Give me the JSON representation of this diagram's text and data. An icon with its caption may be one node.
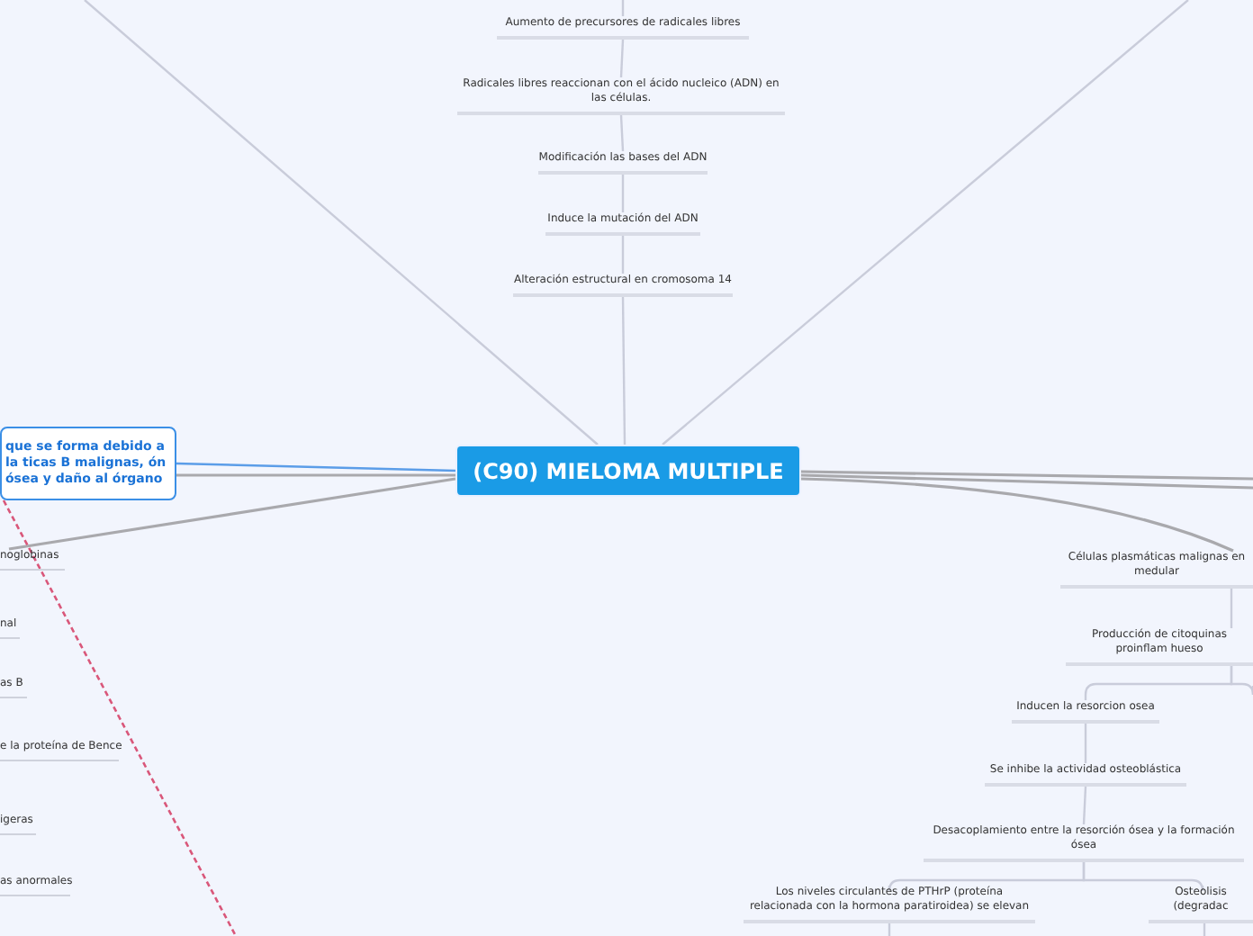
{
  "diagram": {
    "nodes": [
      {
        "text": [
          "(C90) MIELOMA MULTIPLE"
        ]
      },
      {
        "text": [
          "Aumento de precursores de radicales libres"
        ]
      },
      {
        "text": [
          "Radicales libres reaccionan con el ácido nucleico (ADN) en las células."
        ]
      },
      {
        "text": [
          "Modificación las bases del ADN"
        ]
      },
      {
        "text": [
          "Induce la mutación del ADN"
        ]
      },
      {
        "text": [
          "Alteración estructural en  cromosoma 14"
        ]
      },
      {
        "text": [
          "que se forma debido a la ticas B malignas, ón ósea y daño al órgano"
        ]
      },
      {
        "text": [
          "noglobinas"
        ]
      },
      {
        "text": [
          "nal"
        ]
      },
      {
        "text": [
          "as B"
        ]
      },
      {
        "text": [
          "e la proteína de Bence"
        ]
      },
      {
        "text": [
          "igeras"
        ]
      },
      {
        "text": [
          "as anormales"
        ]
      },
      {
        "text": [
          "Células plasmáticas malignas en medular"
        ]
      },
      {
        "text": [
          "Producción de citoquinas proinflam hueso"
        ]
      },
      {
        "text": [
          "Inducen la resorcion osea"
        ]
      },
      {
        "text": [
          "Se inhibe la actividad osteoblástica"
        ]
      },
      {
        "text": [
          "Desacoplamiento entre la resorción ósea y la formación ósea"
        ]
      },
      {
        "text": [
          "Los niveles circulantes de PTHrP (proteína relacionada con la hormona paratiroidea) se elevan"
        ]
      },
      {
        "text": [
          "Osteolisis (degradac"
        ]
      }
    ],
    "edges": [
      {
        "from": null,
        "to": 1,
        "arrow": "none"
      },
      {
        "from": 1,
        "to": 2,
        "arrow": "none"
      },
      {
        "from": 2,
        "to": 3,
        "arrow": "none"
      },
      {
        "from": 3,
        "to": 4,
        "arrow": "none"
      },
      {
        "from": 4,
        "to": 5,
        "arrow": "none"
      },
      {
        "from": 5,
        "to": 0,
        "arrow": "none"
      },
      {
        "from": null,
        "to": 0,
        "arrow": "none"
      },
      {
        "from": null,
        "to": 0,
        "arrow": "none"
      },
      {
        "from": 0,
        "to": 6,
        "arrow": "none",
        "color": "#5b9de8"
      },
      {
        "from": 0,
        "to": 6,
        "arrow": "none",
        "color": "#a9a9ad"
      },
      {
        "from": 0,
        "to": 7,
        "arrow": "none",
        "color": "#a9a9ad"
      },
      {
        "from": 6,
        "to": null,
        "arrow": "none",
        "style": "dashed",
        "color": "#d9577a"
      },
      {
        "from": 0,
        "to": null,
        "arrow": "none",
        "color": "#a9a9ad"
      },
      {
        "from": 0,
        "to": null,
        "arrow": "none",
        "color": "#a9a9ad"
      },
      {
        "from": 0,
        "to": 13,
        "arrow": "none",
        "color": "#a9a9ad"
      },
      {
        "from": 13,
        "to": 14,
        "arrow": "none"
      },
      {
        "from": 14,
        "to": 15,
        "arrow": "none"
      },
      {
        "from": 14,
        "to": null,
        "arrow": "none"
      },
      {
        "from": 15,
        "to": 16,
        "arrow": "none"
      },
      {
        "from": 16,
        "to": 17,
        "arrow": "none"
      },
      {
        "from": 17,
        "to": 18,
        "arrow": "none"
      },
      {
        "from": 17,
        "to": 19,
        "arrow": "none"
      },
      {
        "from": 18,
        "to": null,
        "arrow": "none"
      },
      {
        "from": 19,
        "to": null,
        "arrow": "none"
      }
    ]
  }
}
